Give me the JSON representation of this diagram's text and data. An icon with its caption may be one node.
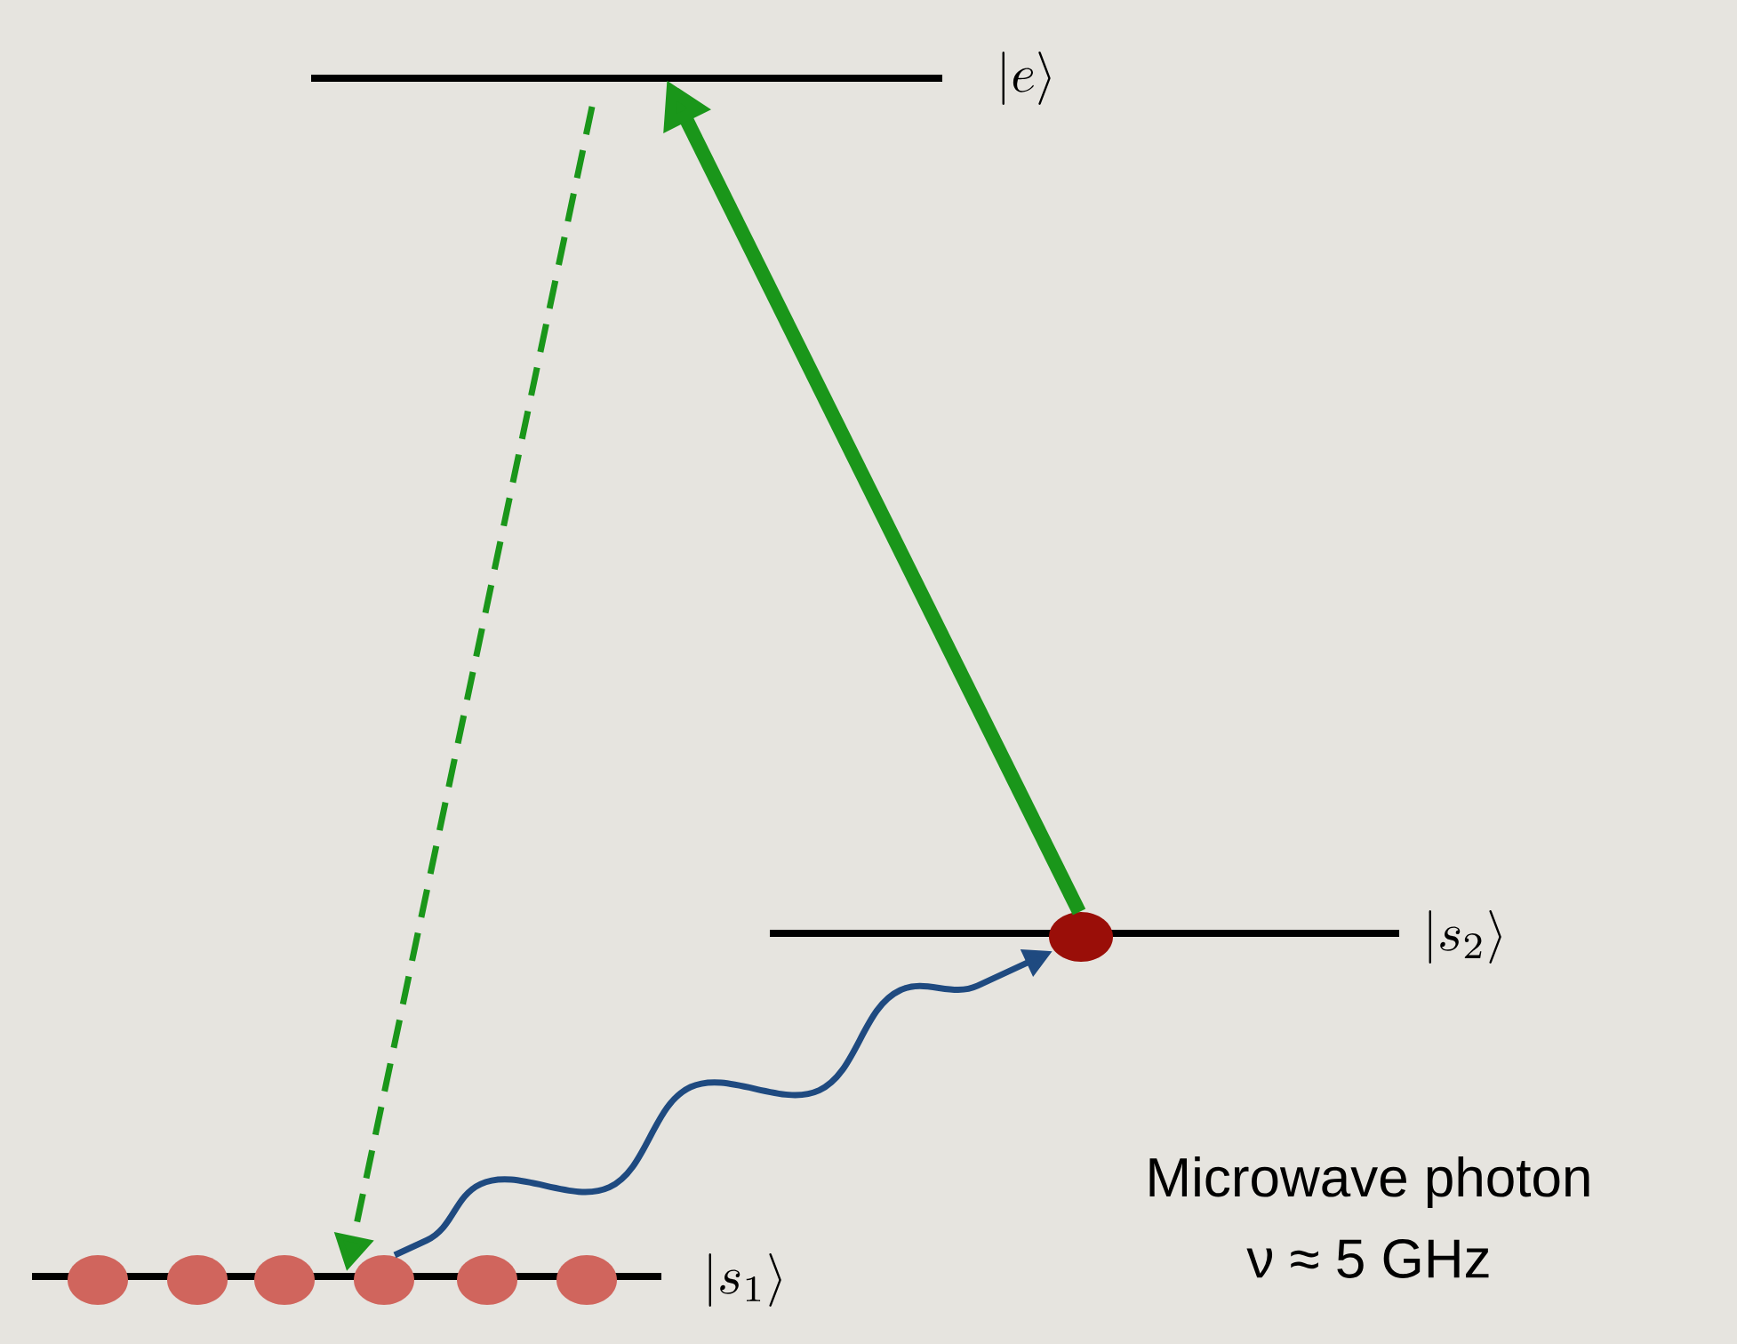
{
  "diagram": {
    "nodes": [
      {
        "text": [],
        "shape": "bar",
        "beside": [
          "\\left|e\\right\\rangle"
        ]
      },
      {
        "text": [],
        "shape": "bar",
        "beside": [
          "\\left|s_2\\right\\rangle"
        ]
      },
      {
        "text": [],
        "shape": "circle"
      },
      {
        "text": [],
        "shape": "bar",
        "beside": [
          "\\left|s_1\\right\\rangle"
        ]
      },
      {
        "text": [],
        "shape": "circle"
      },
      {
        "text": [],
        "shape": "circle"
      },
      {
        "text": [],
        "shape": "circle"
      },
      {
        "text": [],
        "shape": "circle"
      },
      {
        "text": [],
        "shape": "circle"
      },
      {
        "text": [],
        "shape": "circle"
      }
    ],
    "edges": [
      {
        "from": 0,
        "to": 3,
        "arrow": "to",
        "style": "dashed"
      },
      {
        "from": 2,
        "to": 0,
        "arrow": "to",
        "style": "thick"
      },
      {
        "from": 7,
        "to": 2,
        "arrow": "to",
        "color": "#1f4a80"
      }
    ],
    "labels": [
      "Microwave photon",
      "ν ≈ 5 GHz"
    ]
  }
}
